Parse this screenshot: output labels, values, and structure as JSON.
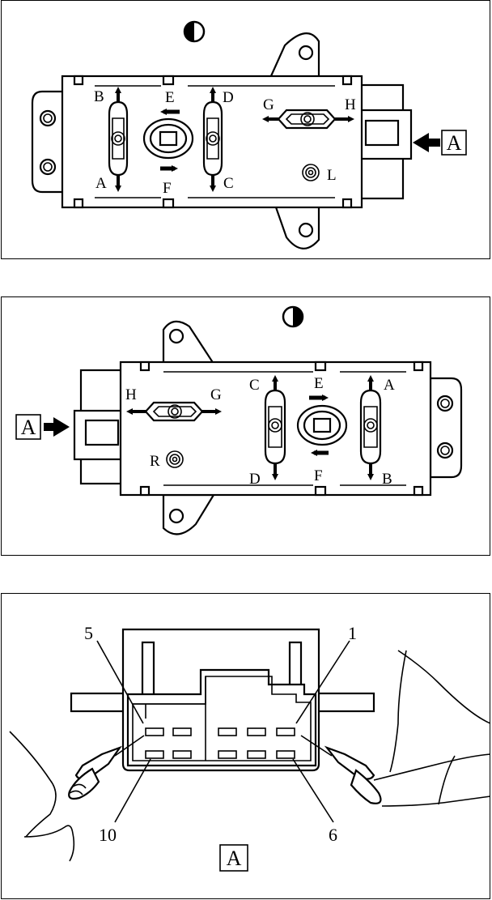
{
  "panel_top": {
    "direction_labels": {
      "b": "B",
      "a": "A",
      "e": "E",
      "f": "F",
      "d": "D",
      "c": "C",
      "g": "G",
      "h": "H",
      "l": "L"
    },
    "view_label": "A",
    "side_icon": "half-filled-circle-icon"
  },
  "panel_middle": {
    "direction_labels": {
      "h": "H",
      "g": "G",
      "r": "R",
      "c": "C",
      "d": "D",
      "e": "E",
      "f": "F",
      "a": "A",
      "b": "B"
    },
    "view_label": "A",
    "side_icon": "half-filled-circle-icon"
  },
  "panel_bottom": {
    "pin_labels": {
      "p5": "5",
      "p1": "1",
      "p10": "10",
      "p6": "6"
    },
    "view_label": "A"
  }
}
